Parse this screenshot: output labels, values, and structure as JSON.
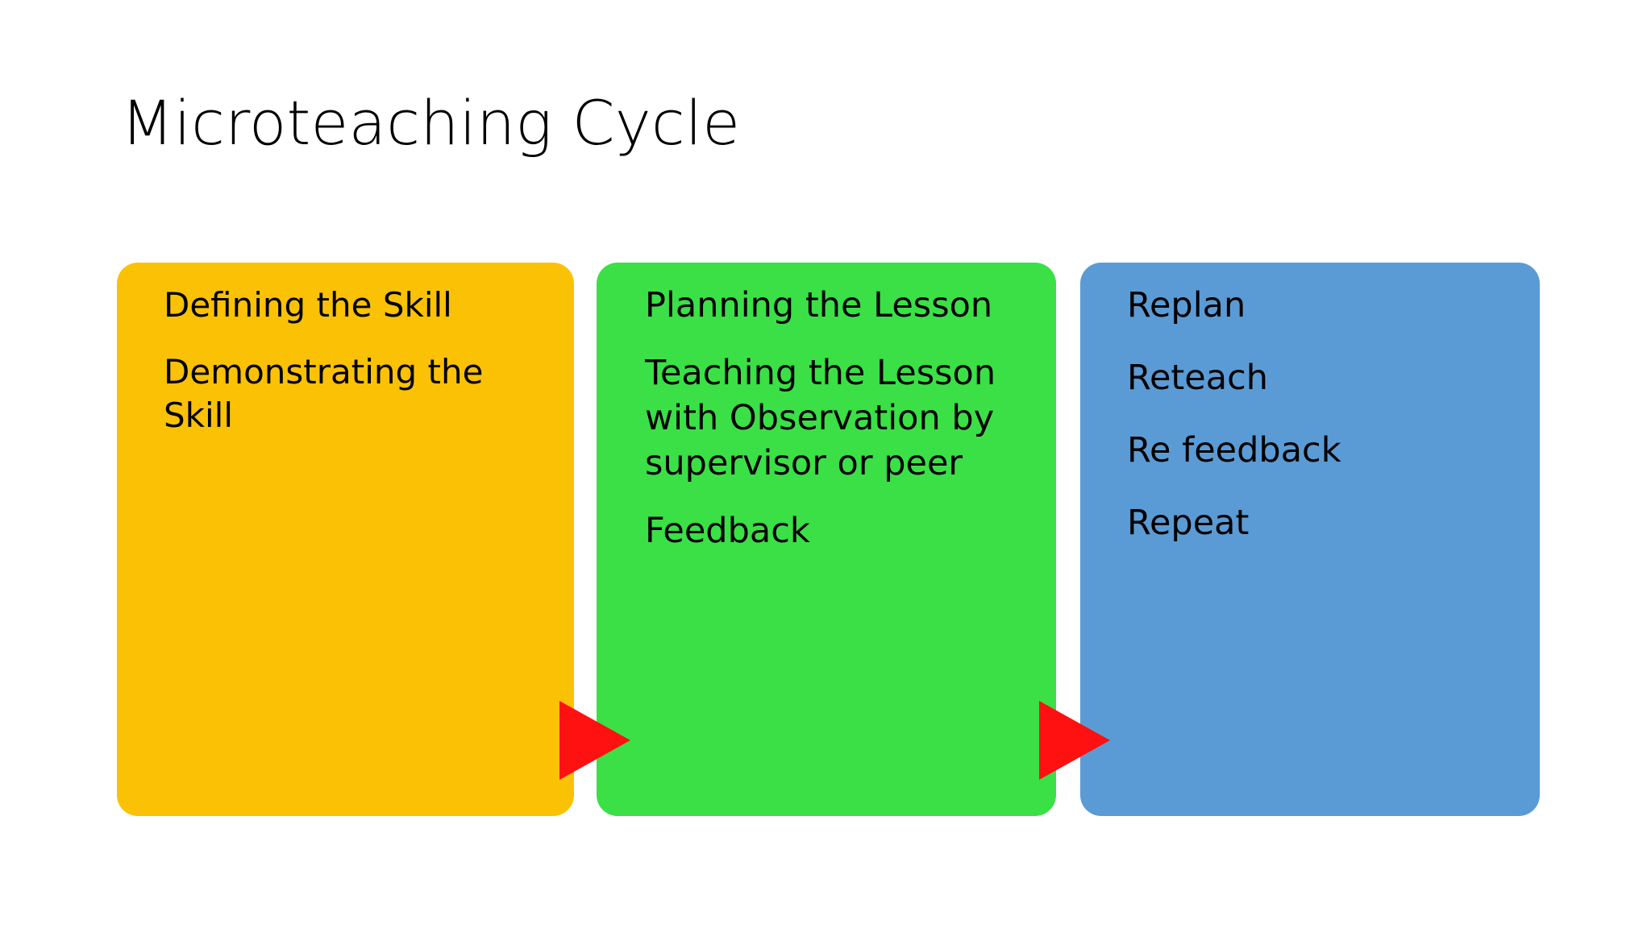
{
  "slide": {
    "title": "Microteaching Cycle",
    "background_color": "#ffffff"
  },
  "stages": [
    {
      "id": "defining",
      "name": "Defining the Skill",
      "color": "#FBC105",
      "lines": [
        "Defining the Skill",
        "Demonstrating the Skill"
      ]
    },
    {
      "id": "planning",
      "name": "Planning the Lesson",
      "color": "#3AE046",
      "lines": [
        "Planning the Lesson",
        "Teaching the Lesson with Observation by supervisor or peer",
        "Feedback"
      ]
    },
    {
      "id": "replan",
      "name": "Replan",
      "color": "#5B9BD5",
      "lines": [
        "Replan",
        "Reteach",
        "Re feedback",
        "Repeat"
      ]
    }
  ],
  "connectors": [
    {
      "id": "arrow-1",
      "shape": "right-triangle",
      "color": "#FF1111",
      "from": "defining",
      "to": "planning"
    },
    {
      "id": "arrow-2",
      "shape": "right-triangle",
      "color": "#FF1111",
      "from": "planning",
      "to": "replan"
    }
  ]
}
